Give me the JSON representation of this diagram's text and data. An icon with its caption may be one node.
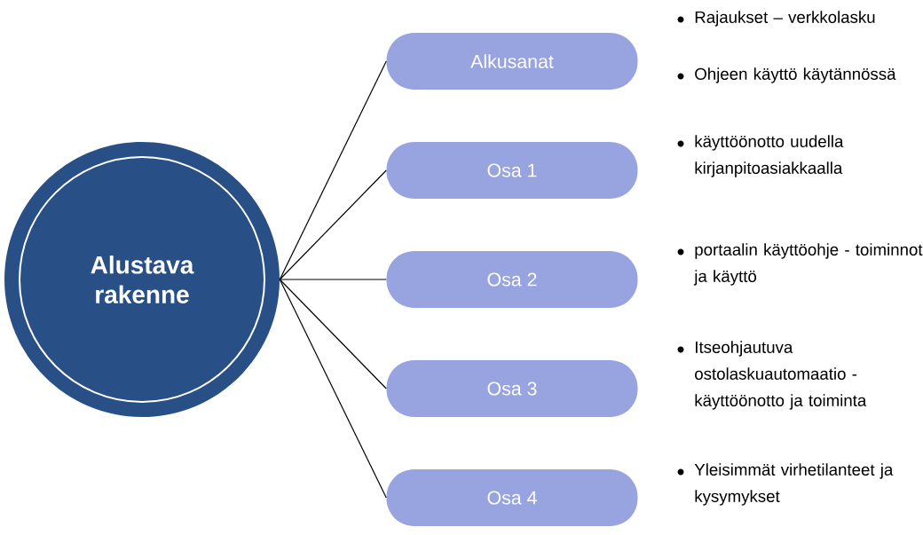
{
  "diagram": {
    "nodes": [
      {
        "text": [
          "Alustava rakenne"
        ]
      },
      {
        "text": [
          "Alkusanat"
        ],
        "beside": [
          "Rajaukset – verkkolasku",
          "Ohjeen käyttö käytännössä"
        ]
      },
      {
        "text": [
          "Osa 1"
        ],
        "beside": [
          "käyttöönotto uudella kirjanpitoasiakkaalla"
        ]
      },
      {
        "text": [
          "Osa 2"
        ],
        "beside": [
          "portaalin käyttöohje - toiminnot ja käyttö"
        ]
      },
      {
        "text": [
          "Osa 3"
        ],
        "beside": [
          "Itseohjautuva ostolaskuautomaatio - käyttöönotto ja toiminta"
        ]
      },
      {
        "text": [
          "Osa 4"
        ],
        "beside": [
          "Yleisimmät virhetilanteet ja kysymykset"
        ]
      }
    ],
    "edges": [
      {
        "from": 0,
        "to": 1,
        "arrow": "none"
      },
      {
        "from": 0,
        "to": 2,
        "arrow": "none"
      },
      {
        "from": 0,
        "to": 3,
        "arrow": "none"
      },
      {
        "from": 0,
        "to": 4,
        "arrow": "none"
      },
      {
        "from": 0,
        "to": 5,
        "arrow": "none"
      }
    ]
  }
}
